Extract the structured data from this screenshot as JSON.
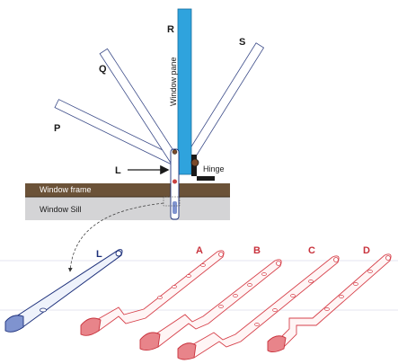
{
  "labels": {
    "pane_p": "P",
    "pane_q": "Q",
    "pane_r": "R",
    "pane_s": "S",
    "window_pane": "Window pane",
    "stay_l": "L",
    "hinge": "Hinge",
    "window_frame": "Window frame",
    "window_sill": "Window Sill"
  },
  "stays": [
    {
      "label": "L",
      "kind": "original"
    },
    {
      "label": "A",
      "kind": "option"
    },
    {
      "label": "B",
      "kind": "option"
    },
    {
      "label": "C",
      "kind": "option"
    },
    {
      "label": "D",
      "kind": "option"
    }
  ],
  "colors": {
    "pane_r": "#2fa3dd",
    "pane_outline": "#3b4b88",
    "frame": "#6b5238",
    "sill": "#d4d4d6",
    "hinge": "#1a1a1a",
    "stay_blue": "#1c2f7a",
    "stay_blue_fill": "#dfe6f5",
    "stay_red": "#d6404a",
    "stay_red_fill": "#fbe3e4"
  }
}
